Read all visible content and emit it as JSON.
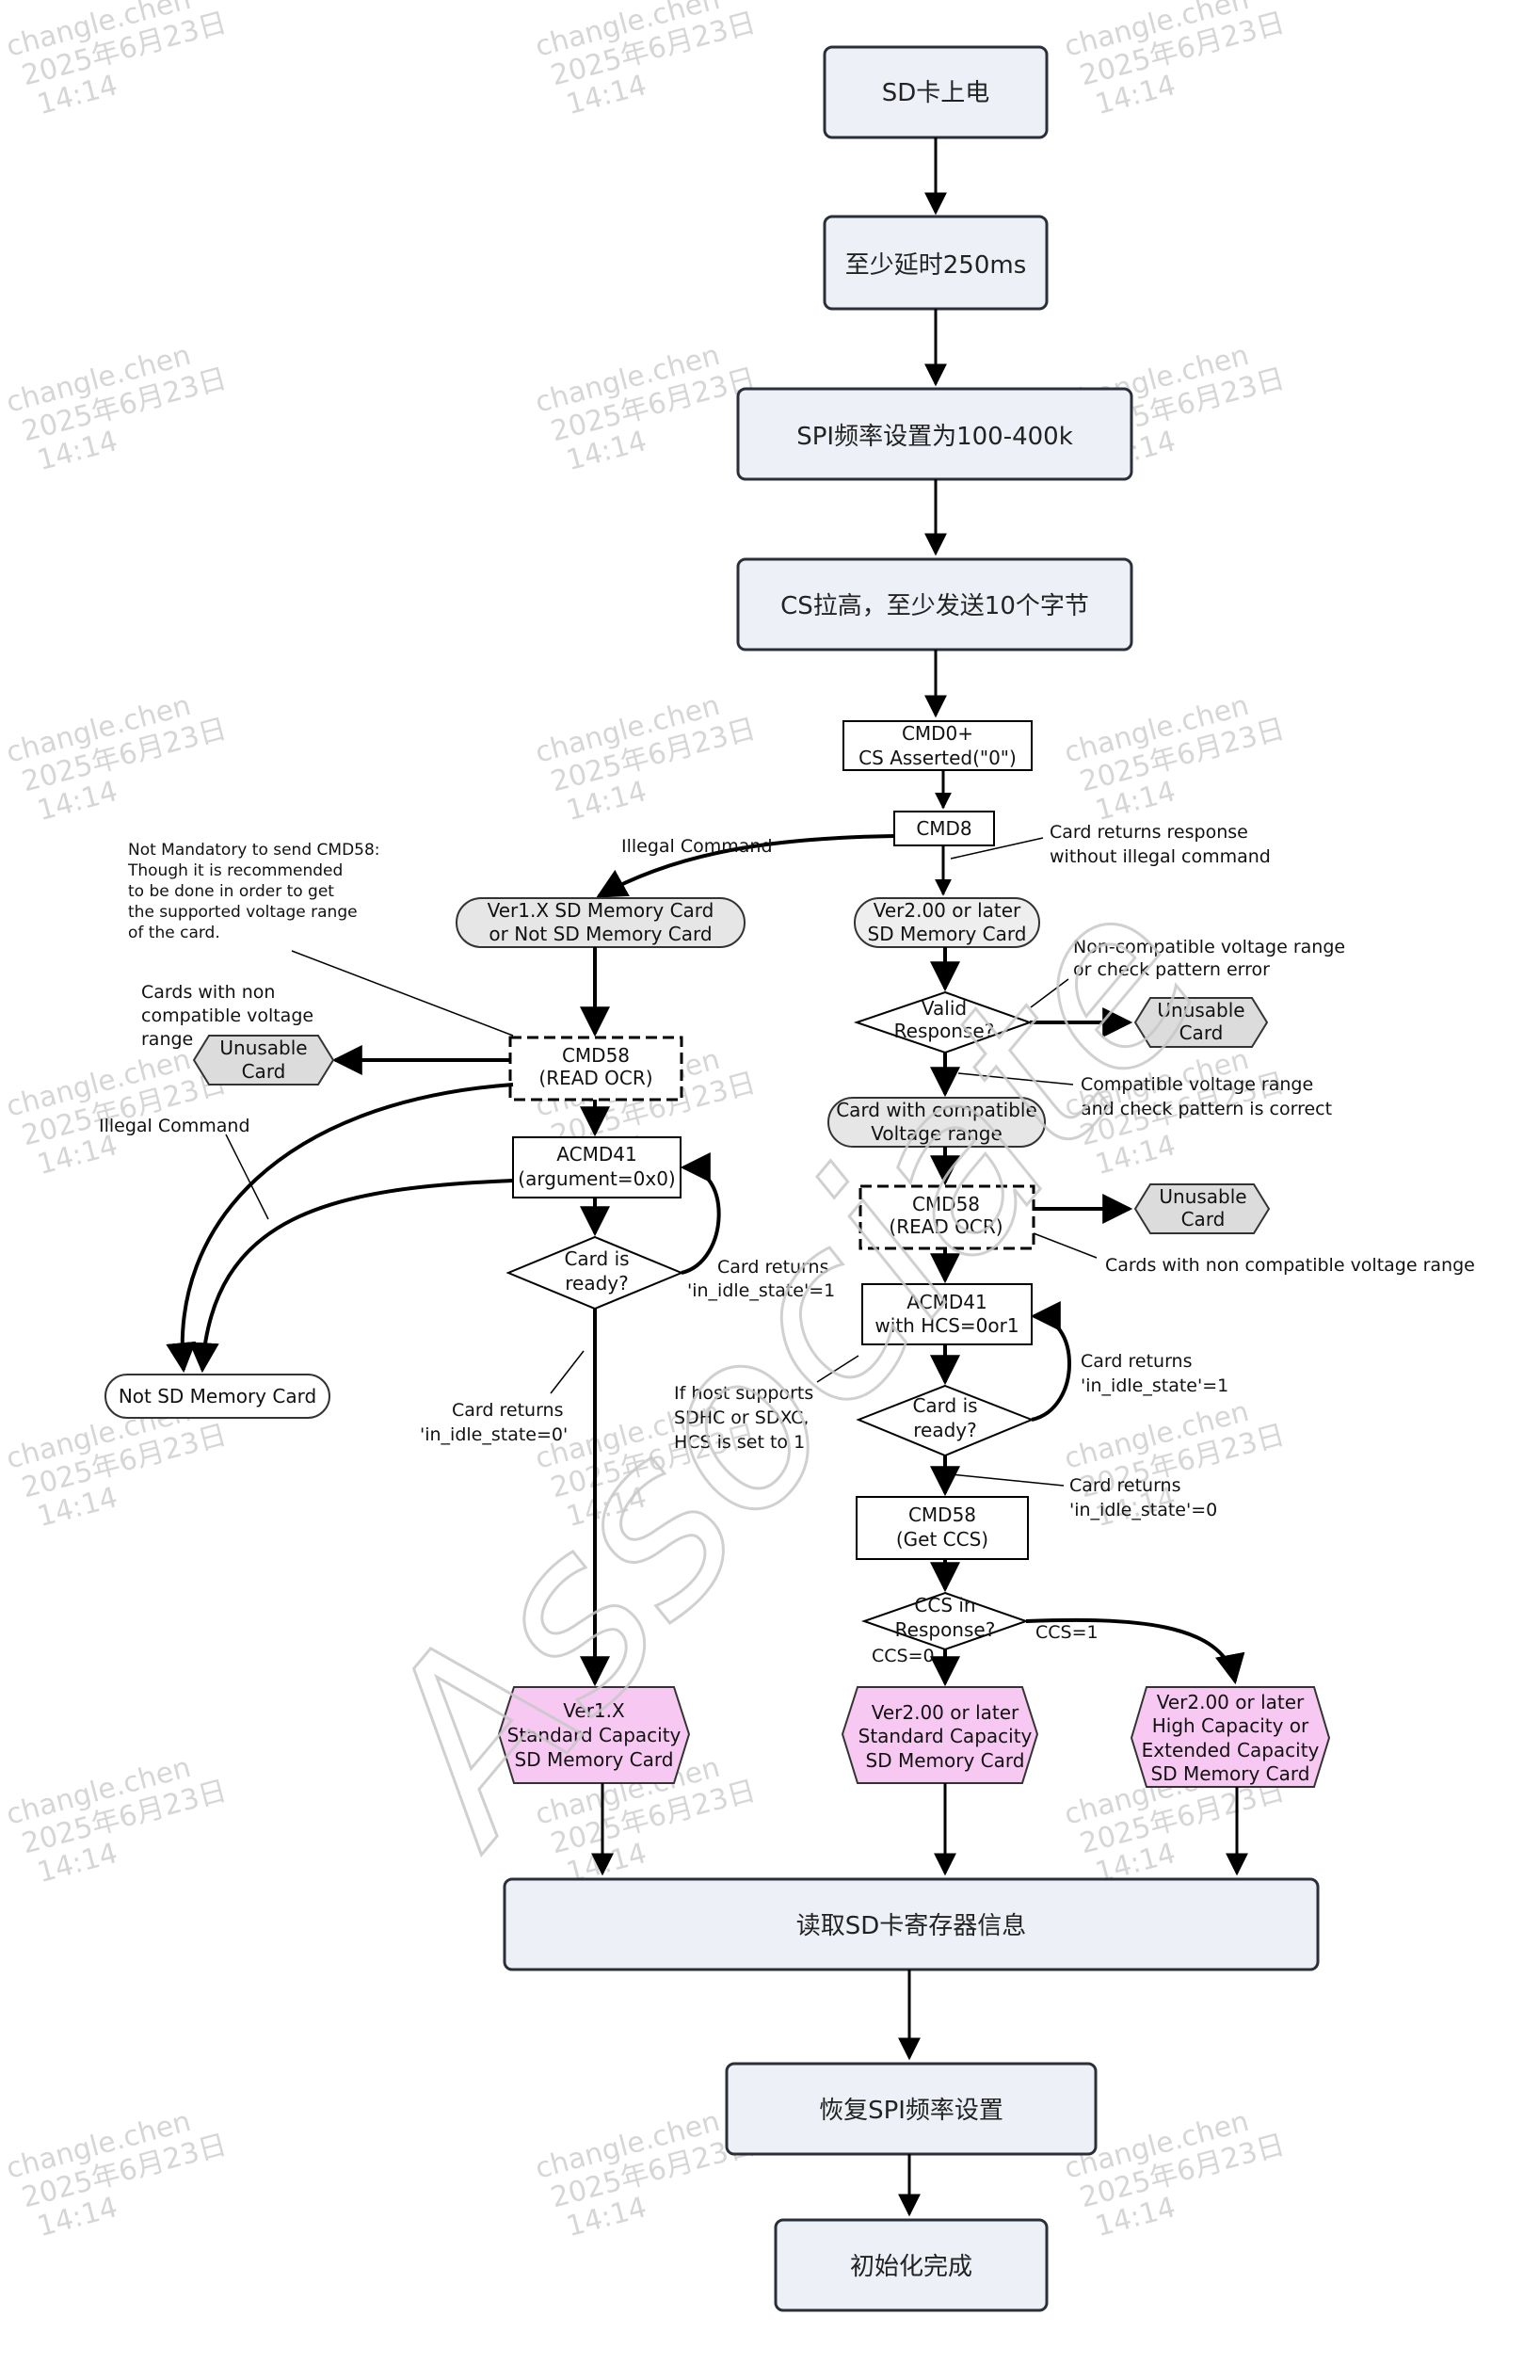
{
  "watermark": {
    "lines": [
      "changle.chen",
      "2025年6月23日",
      "14:14"
    ],
    "big_text": "Associate"
  },
  "top_steps": {
    "power": "SD卡上电",
    "delay": "至少延时250ms",
    "spi_freq": "SPI频率设置为100-400k",
    "cs_high": "CS拉高，至少发送10个字节"
  },
  "cmd0": [
    "CMD0+",
    "CS Asserted(\"0\")"
  ],
  "cmd8": "CMD8",
  "illegal_command_top": "Illegal Command",
  "card_returns_no_illegal": [
    "Card returns response",
    "without illegal command"
  ],
  "ver1_card": [
    "Ver1.X SD Memory Card",
    "or Not SD Memory Card"
  ],
  "ver2_card": [
    "Ver2.00 or later",
    "SD Memory Card"
  ],
  "note_cmd58": [
    "Not Mandatory to send CMD58:",
    "Though it is recommended",
    "to be done in order to get",
    "the supported voltage range",
    "of the card."
  ],
  "noncompat_left": [
    "Cards with non",
    "compatible voltage",
    "range"
  ],
  "unusable": [
    "Unusable",
    "Card"
  ],
  "cmd58_read_ocr": [
    "CMD58",
    "(READ OCR)"
  ],
  "illegal_command_left": "Illegal Command",
  "acmd41_left": [
    "ACMD41",
    "(argument=0x0)"
  ],
  "card_ready": [
    "Card is",
    "ready?"
  ],
  "card_returns_idle1": [
    "Card returns",
    "'in_idle_state'=1"
  ],
  "not_sd_card": "Not SD Memory Card",
  "card_returns_idle0": [
    "Card returns",
    "'in_idle_state=0'"
  ],
  "valid_response": [
    "Valid",
    "Response?"
  ],
  "noncompat_right": [
    "Non-compatible voltage range",
    "or check pattern error"
  ],
  "compat_card": [
    "Card with compatible",
    "Voltage range"
  ],
  "compat_note": [
    "Compatible voltage range",
    "and check pattern is correct"
  ],
  "noncompat_right2": "Cards with non compatible voltage range",
  "acmd41_right": [
    "ACMD41",
    "with HCS=0or1"
  ],
  "host_supports": [
    "If host supports",
    "SDHC or SDXC,",
    "HCS is set to 1"
  ],
  "card_returns_idle1_right": [
    "Card returns",
    "'in_idle_state'=1"
  ],
  "card_returns_idle0_right": [
    "Card returns",
    "'in_idle_state'=0"
  ],
  "cmd58_get_ccs": [
    "CMD58",
    "(Get CCS)"
  ],
  "ccs_in_response": [
    "CCS in",
    "Response?"
  ],
  "ccs0": "CCS=0",
  "ccs1": "CCS=1",
  "result_ver1": [
    "Ver1.X",
    "Standard Capacity",
    "SD Memory Card"
  ],
  "result_ver2_sc": [
    "Ver2.00 or later",
    "Standard Capacity",
    "SD Memory Card"
  ],
  "result_ver2_hc": [
    "Ver2.00 or later",
    "High Capacity or",
    "Extended Capacity",
    "SD Memory Card"
  ],
  "bottom_steps": {
    "read_regs": "读取SD卡寄存器信息",
    "restore_spi": "恢复SPI频率设置",
    "done": "初始化完成"
  },
  "colors": {
    "box_fill": "#eef0f8",
    "box_stroke": "#2b2f3a",
    "result_fill": "#f7c8f2",
    "pill_fill": "#e6e6e6",
    "unusable_fill": "#dcdcdc"
  }
}
